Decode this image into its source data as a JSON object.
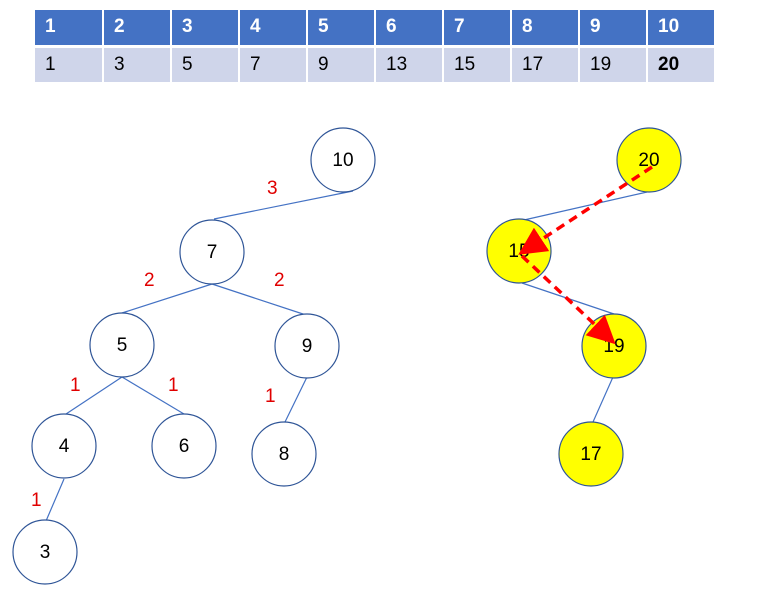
{
  "table": {
    "header": [
      "1",
      "2",
      "3",
      "4",
      "5",
      "6",
      "7",
      "8",
      "9",
      "10"
    ],
    "values": [
      "1",
      "3",
      "5",
      "7",
      "9",
      "13",
      "15",
      "17",
      "19",
      "20"
    ]
  },
  "left_tree": {
    "nodes": [
      "10",
      "7",
      "5",
      "9",
      "4",
      "6",
      "8",
      "3"
    ],
    "edge_labels": [
      "3",
      "2",
      "2",
      "1",
      "1",
      "1",
      "1"
    ]
  },
  "right_tree": {
    "nodes": [
      "20",
      "15",
      "19",
      "17"
    ],
    "highlight_color": "#ffff00",
    "path_color": "#ff0000"
  },
  "colors": {
    "table_header": "#4472c4",
    "table_body": "#cfd5ea",
    "edge": "#4472c4",
    "edge_label": "#e00000"
  }
}
